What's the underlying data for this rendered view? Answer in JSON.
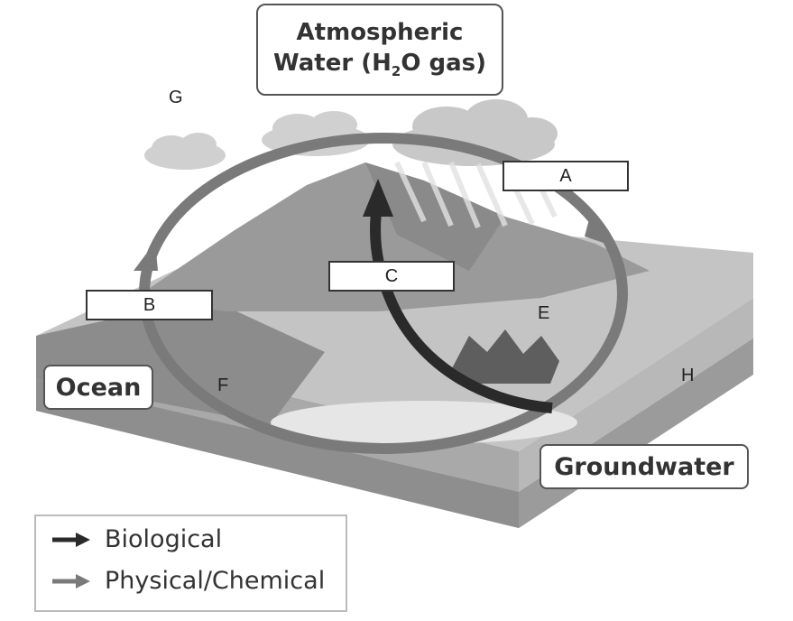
{
  "title": {
    "line1": "Atmospheric",
    "line2_prefix": "Water (H",
    "line2_sub": "2",
    "line2_suffix": "O gas)"
  },
  "labels": {
    "ocean": "Ocean",
    "groundwater": "Groundwater"
  },
  "blanks": {
    "a": "A",
    "b": "B",
    "c": "C"
  },
  "letters": {
    "e": "E",
    "f": "F",
    "g": "G",
    "h": "H"
  },
  "legend": {
    "biological": "Biological",
    "physical": "Physical/Chemical"
  },
  "colors": {
    "biological_arrow": "#2a2a2a",
    "physical_arrow": "#7a7a7a",
    "terrain": "#9a9a9a",
    "ocean": "#8c8c8c"
  }
}
